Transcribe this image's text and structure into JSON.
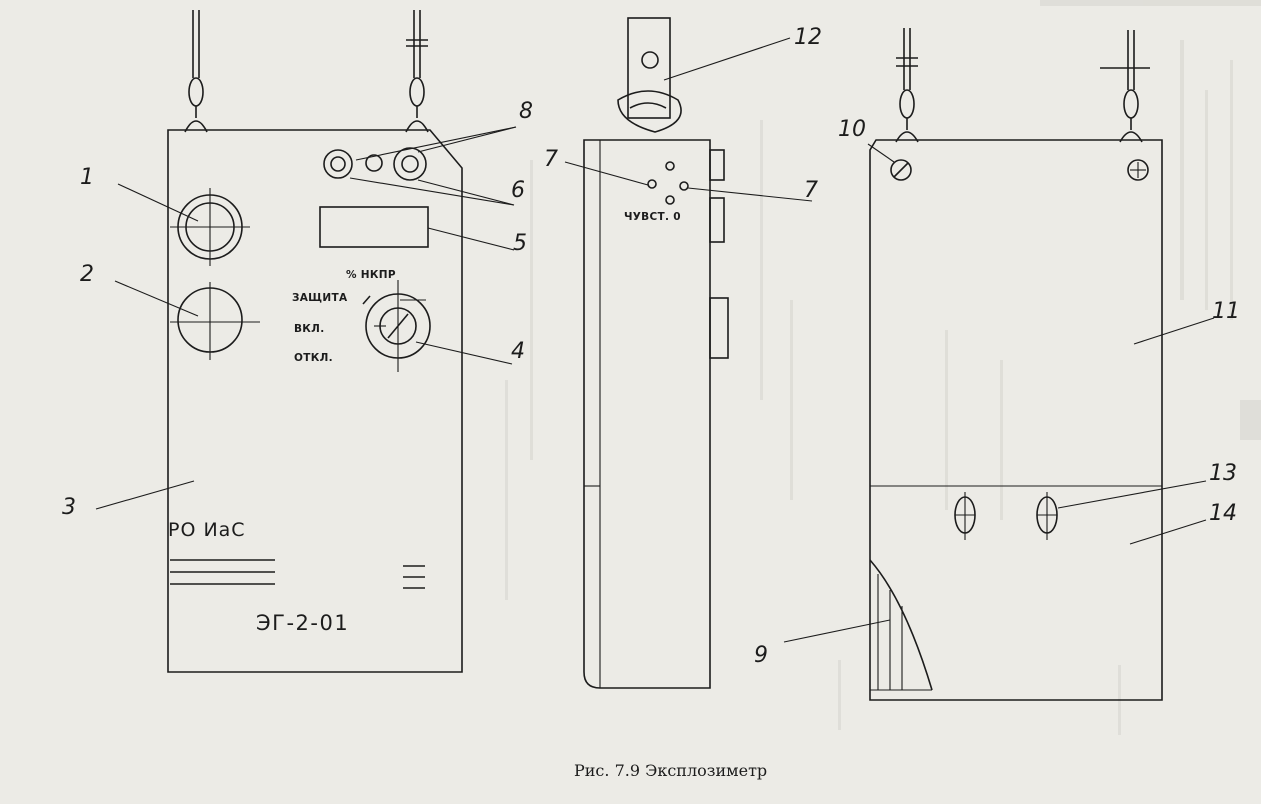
{
  "figure": {
    "caption": "Рис. 7.9  Эксплозиметр"
  },
  "front_panel": {
    "scale_label": "% НКПР",
    "switch_protect": "ЗАЩИТА",
    "switch_on": "ВКЛ.",
    "switch_off": "ОТКЛ.",
    "brand": "РО ИаС",
    "model": "ЭГ-2-01"
  },
  "side_panel": {
    "adjust_label": "ЧУВСТ. 0"
  },
  "callouts": [
    "1",
    "2",
    "3",
    "4",
    "5",
    "6",
    "7",
    "7",
    "8",
    "9",
    "10",
    "11",
    "12",
    "13",
    "14"
  ]
}
